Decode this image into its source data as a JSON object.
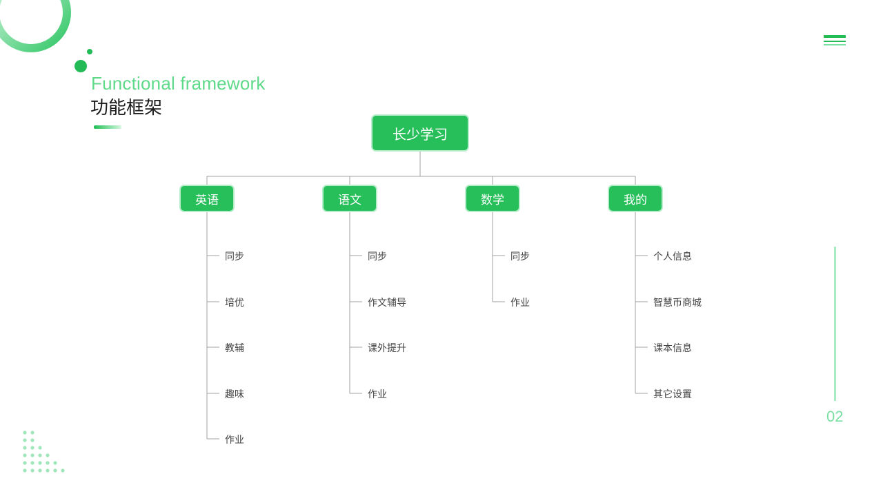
{
  "header": {
    "title_en": "Functional framework",
    "title_zh": "功能框架"
  },
  "root": {
    "label": "长少学习"
  },
  "categories": [
    {
      "label": "英语",
      "items": [
        "同步",
        "培优",
        "教辅",
        "趣味",
        "作业"
      ]
    },
    {
      "label": "语文",
      "items": [
        "同步",
        "作文辅导",
        "课外提升",
        "作业"
      ]
    },
    {
      "label": "数学",
      "items": [
        "同步",
        "作业"
      ]
    },
    {
      "label": "我的",
      "items": [
        "个人信息",
        "智慧币商城",
        "课本信息",
        "其它设置"
      ]
    }
  ],
  "footer": {
    "page_number": "02"
  },
  "colors": {
    "accent": "#26bf5a",
    "accent_light": "#7adfa2",
    "line": "#a0a0a0"
  }
}
